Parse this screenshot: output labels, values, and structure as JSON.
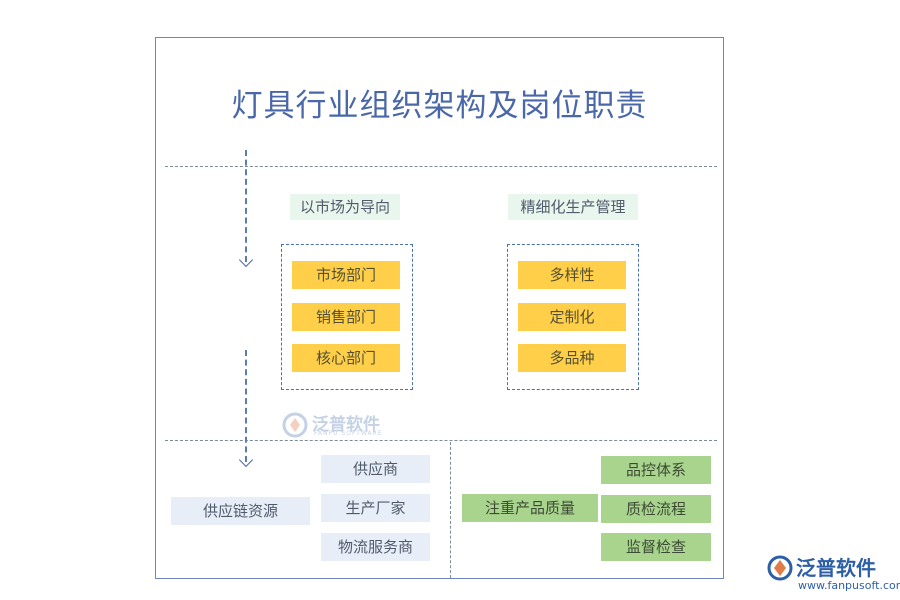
{
  "title": "灯具行业组织架构及岗位职责",
  "left_group": {
    "header": "以市场为导向",
    "items": [
      "市场部门",
      "销售部门",
      "核心部门"
    ]
  },
  "right_group": {
    "header": "精细化生产管理",
    "items": [
      "多样性",
      "定制化",
      "多品种"
    ]
  },
  "supply": {
    "label": "供应链资源",
    "items": [
      "供应商",
      "生产厂家",
      "物流服务商"
    ]
  },
  "quality": {
    "label": "注重产品质量",
    "items": [
      "品控体系",
      "质检流程",
      "监督检查"
    ]
  },
  "watermark": {
    "text": "泛普软件",
    "sub": "FANPU SOFTWARE"
  },
  "logo": {
    "text": "泛普软件",
    "url": "www.fanpusoft.com"
  },
  "colors": {
    "frame": "#6f86b8",
    "title": "#4a68a8",
    "yellow": "#ffcf4a",
    "blue_light": "#e7eef8",
    "green": "#a8d48e",
    "tag_bg": "#e8f6ee"
  }
}
